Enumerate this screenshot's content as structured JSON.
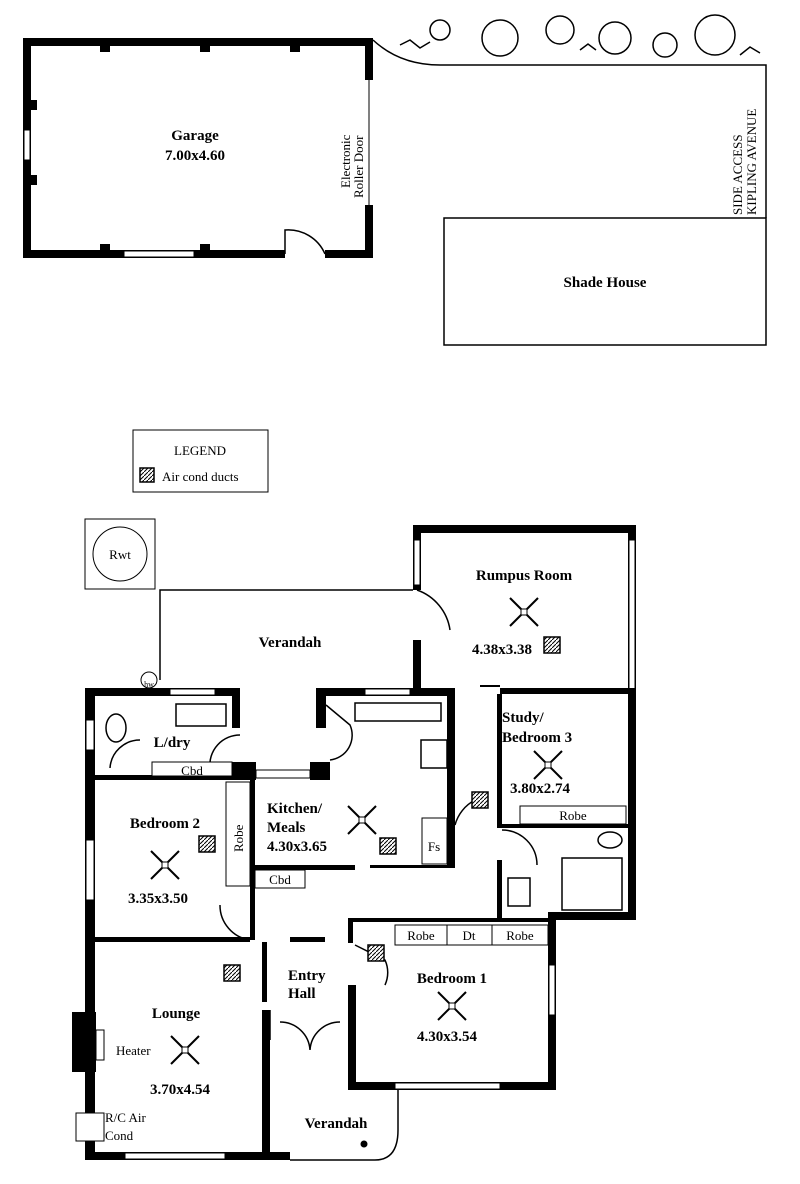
{
  "garage": {
    "label": "Garage",
    "dims": "7.00x4.60",
    "door_line1": "Electronic",
    "door_line2": "Roller Door"
  },
  "shade_house": {
    "label": "Shade House"
  },
  "side_access": {
    "line1": "SIDE ACCESS",
    "line2": "KIPLING AVENUE"
  },
  "legend": {
    "title": "LEGEND",
    "item": "Air cond ducts"
  },
  "rwt": {
    "label": "Rwt"
  },
  "hw": {
    "label": "hw"
  },
  "rooms": {
    "verandah_rear": {
      "label": "Verandah"
    },
    "rumpus": {
      "label": "Rumpus Room",
      "dims": "4.38x3.38"
    },
    "laundry": {
      "label": "L/dry",
      "cbd": "Cbd"
    },
    "kitchen": {
      "line1": "Kitchen/",
      "line2": "Meals",
      "dims": "4.30x3.65",
      "fs": "Fs",
      "cbd": "Cbd"
    },
    "study": {
      "line1": "Study/",
      "line2": "Bedroom 3",
      "dims": "3.80x2.74",
      "robe": "Robe"
    },
    "bedroom2": {
      "label": "Bedroom 2",
      "dims": "3.35x3.50",
      "robe": "Robe"
    },
    "bedroom1": {
      "label": "Bedroom 1",
      "dims": "4.30x3.54",
      "robe_left": "Robe",
      "dt": "Dt",
      "robe_right": "Robe"
    },
    "entry": {
      "line1": "Entry",
      "line2": "Hall"
    },
    "lounge": {
      "label": "Lounge",
      "dims": "3.70x4.54",
      "heater": "Heater",
      "ac_line1": "R/C Air",
      "ac_line2": "Cond"
    },
    "verandah_front": {
      "label": "Verandah"
    }
  }
}
